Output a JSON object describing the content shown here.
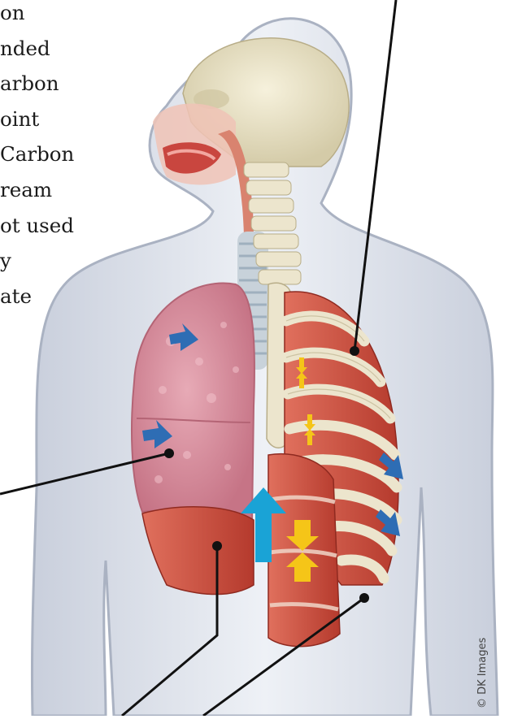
{
  "caption_lines": [
    "on",
    "nded",
    "arbon",
    "oint",
    "Carbon",
    "ream",
    "ot used",
    "y",
    "ate"
  ],
  "credit": "© DK Images",
  "colors": {
    "body_outline": "#9aa3b3",
    "body_fill": "#dfe3ec",
    "skull": "#e9e2c6",
    "lung": "#d58d9b",
    "muscle": "#c9473a",
    "rib": "#ece5cd",
    "trachea": "#c9d3dc",
    "blue_arrow": "#2e6db4",
    "cyan_arrow": "#1aa3d6",
    "yellow_arrow": "#f5c518",
    "leader_line": "#111111"
  },
  "icons": [
    "blue-arrow-icon",
    "cyan-up-arrow-icon",
    "yellow-double-arrow-icon",
    "leader-dot-icon"
  ]
}
